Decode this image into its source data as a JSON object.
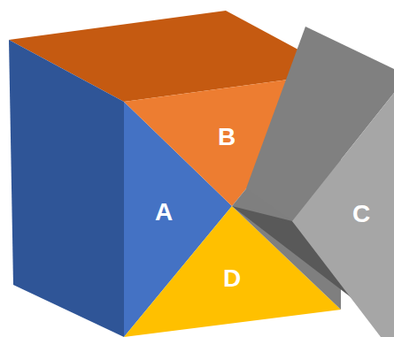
{
  "diagram": {
    "nodes": [
      {
        "text": [
          "B"
        ]
      },
      {
        "text": [
          "A"
        ]
      },
      {
        "text": [
          "C"
        ]
      },
      {
        "text": [
          "D"
        ]
      }
    ]
  }
}
